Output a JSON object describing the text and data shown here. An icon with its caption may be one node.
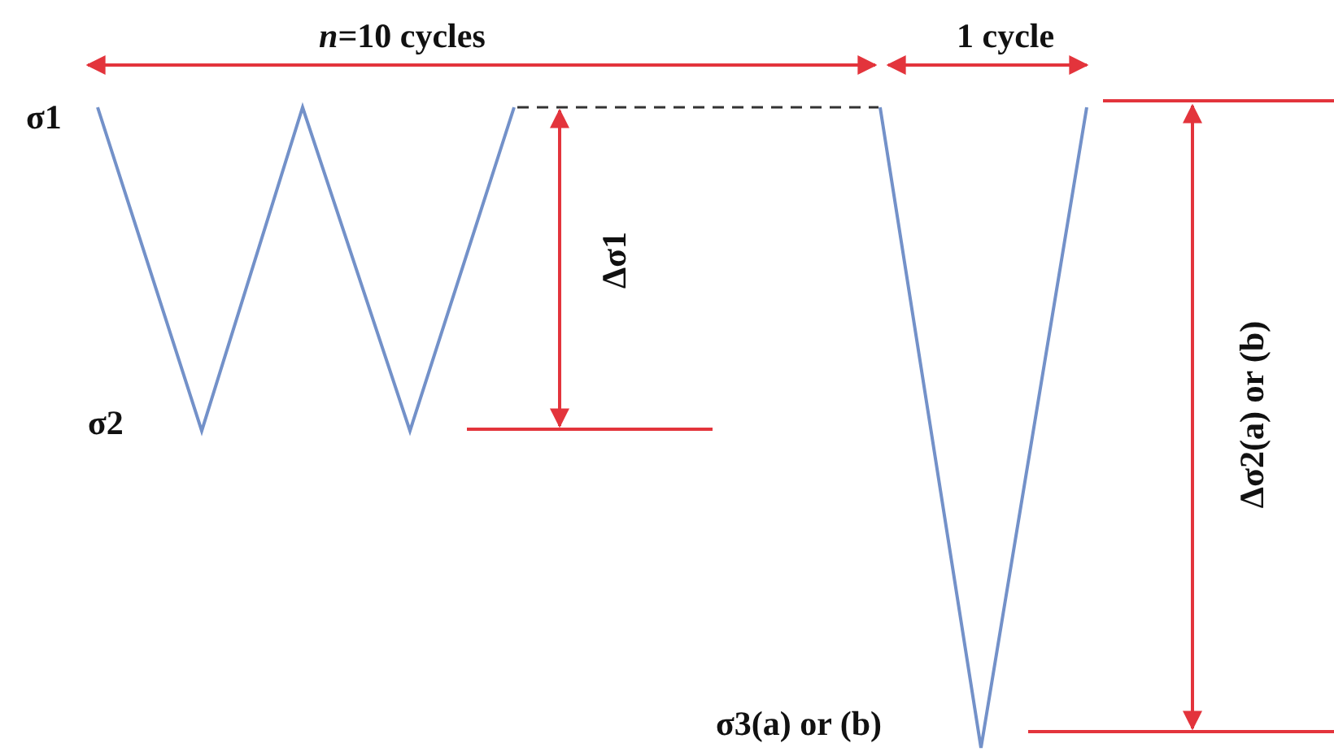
{
  "diagram": {
    "labels": [
      "*n*=10 cycles",
      "1 cycle",
      "σ1",
      "σ2",
      "Δσ1",
      "Δσ2(a) or (b)",
      "σ3(a) or (b)"
    ]
  }
}
